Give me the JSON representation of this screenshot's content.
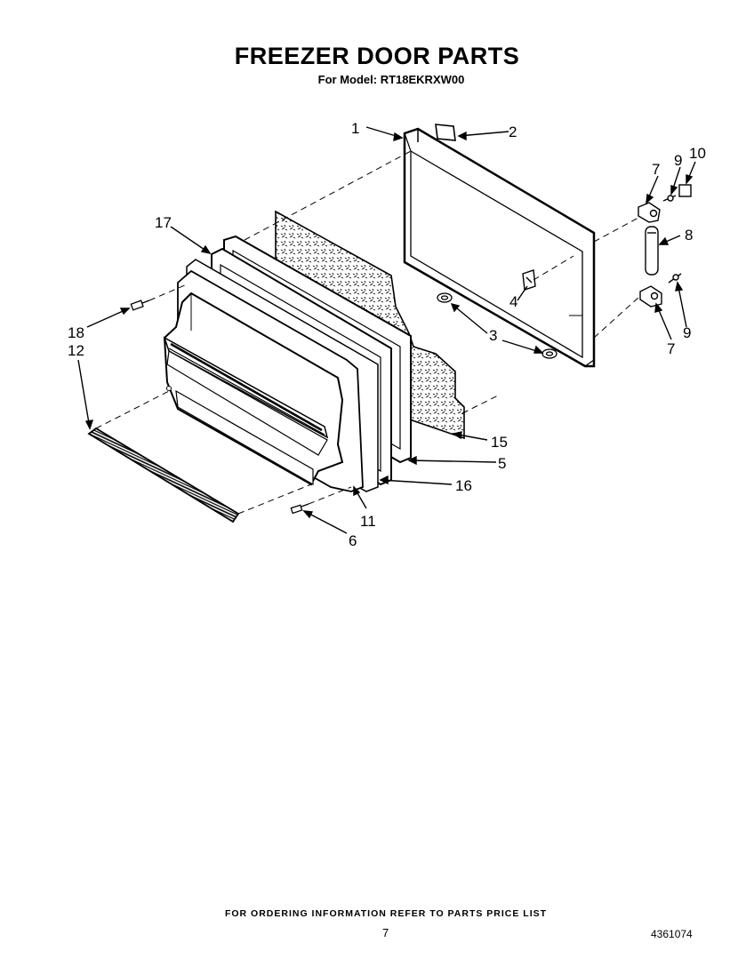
{
  "header": {
    "title": "FREEZER DOOR PARTS",
    "model_line": "For Model: RT18EKRXW00"
  },
  "callouts": [
    "1",
    "2",
    "3",
    "4",
    "5",
    "6",
    "7",
    "7",
    "8",
    "9",
    "9",
    "10",
    "11",
    "12",
    "15",
    "16",
    "17",
    "18"
  ],
  "footer": {
    "ordering_note": "FOR ORDERING INFORMATION REFER TO PARTS PRICE LIST",
    "page_number": "7",
    "document_number": "4361074"
  }
}
